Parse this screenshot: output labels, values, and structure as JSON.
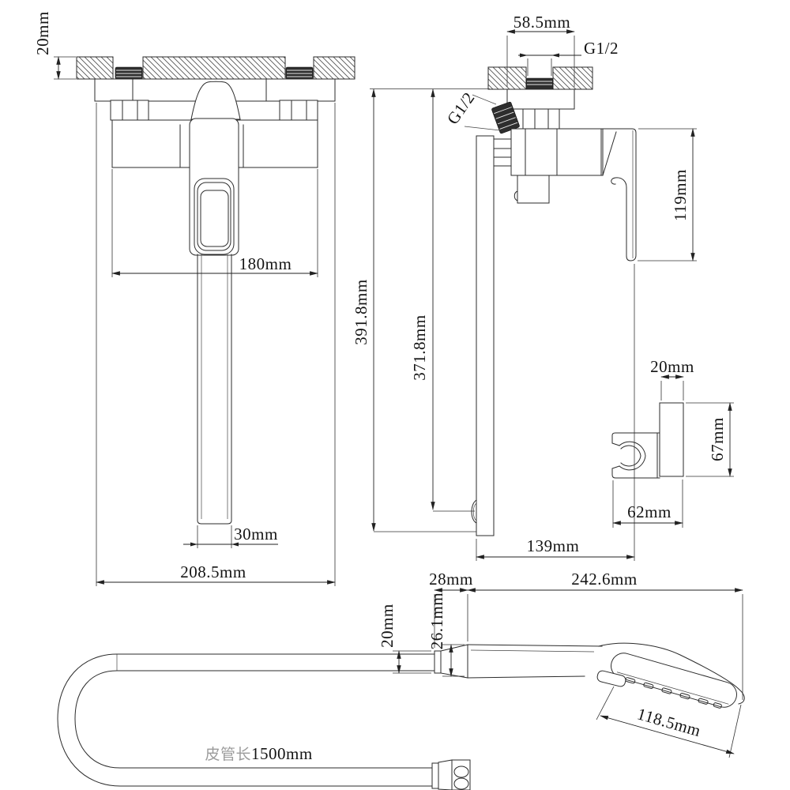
{
  "colors": {
    "line": "#2b2b2b",
    "hatch": "#555555",
    "thread_fill": "#2e2e2e",
    "hose_label_gray": "#9b9b9b",
    "background": "#ffffff"
  },
  "front": {
    "wall_thickness": "20mm",
    "mount_width": "180mm",
    "spout_width": "30mm",
    "overall_width": "208.5mm"
  },
  "side": {
    "wall_offset": "58.5mm",
    "top_thread": "G1/2",
    "inlet_thread": "G1/2",
    "handle_height": "119mm",
    "total_height": "391.8mm",
    "outlet_height": "371.8mm",
    "wall_to_handle": "139mm"
  },
  "holder": {
    "width": "20mm",
    "height": "67mm",
    "depth": "62mm"
  },
  "shower": {
    "cone_length": "28mm",
    "total_length": "242.6mm",
    "hose_diameter": "20mm",
    "cone_diameter": "26.1mm",
    "head_length": "118.5mm"
  },
  "hose": {
    "label_prefix": "皮管长",
    "length": "1500mm"
  }
}
